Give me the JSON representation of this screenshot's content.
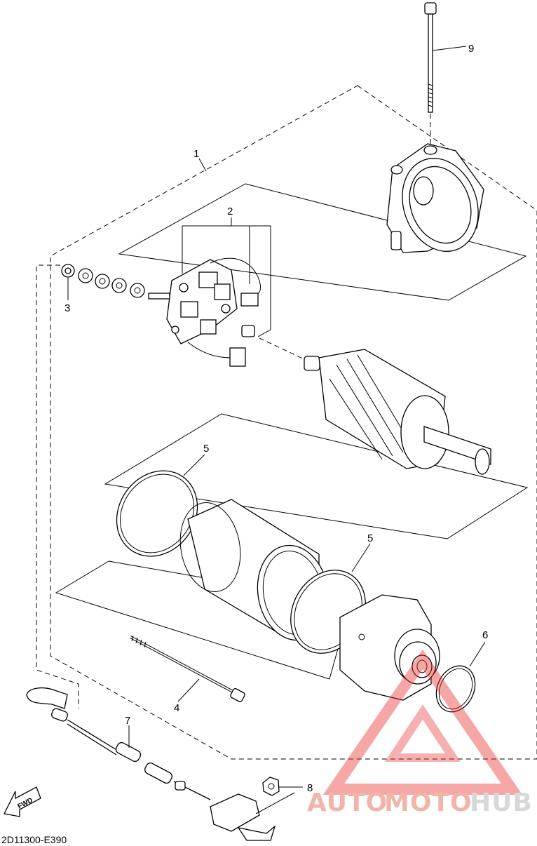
{
  "callouts": {
    "c1": "1",
    "c2": "2",
    "c3": "3",
    "c4": "4",
    "c5a": "5",
    "c5b": "5",
    "c6": "6",
    "c7": "7",
    "c8": "8",
    "c9": "9"
  },
  "fwd_label": "FWD",
  "reference_code": "2D11300-E390",
  "watermark": {
    "part1": "AUTO",
    "part2": "MOTO",
    "part3": "HUB",
    "color_main": "#f0a89a",
    "color_accent": "#d9d9d9",
    "color_triangle": "#e8322e"
  }
}
